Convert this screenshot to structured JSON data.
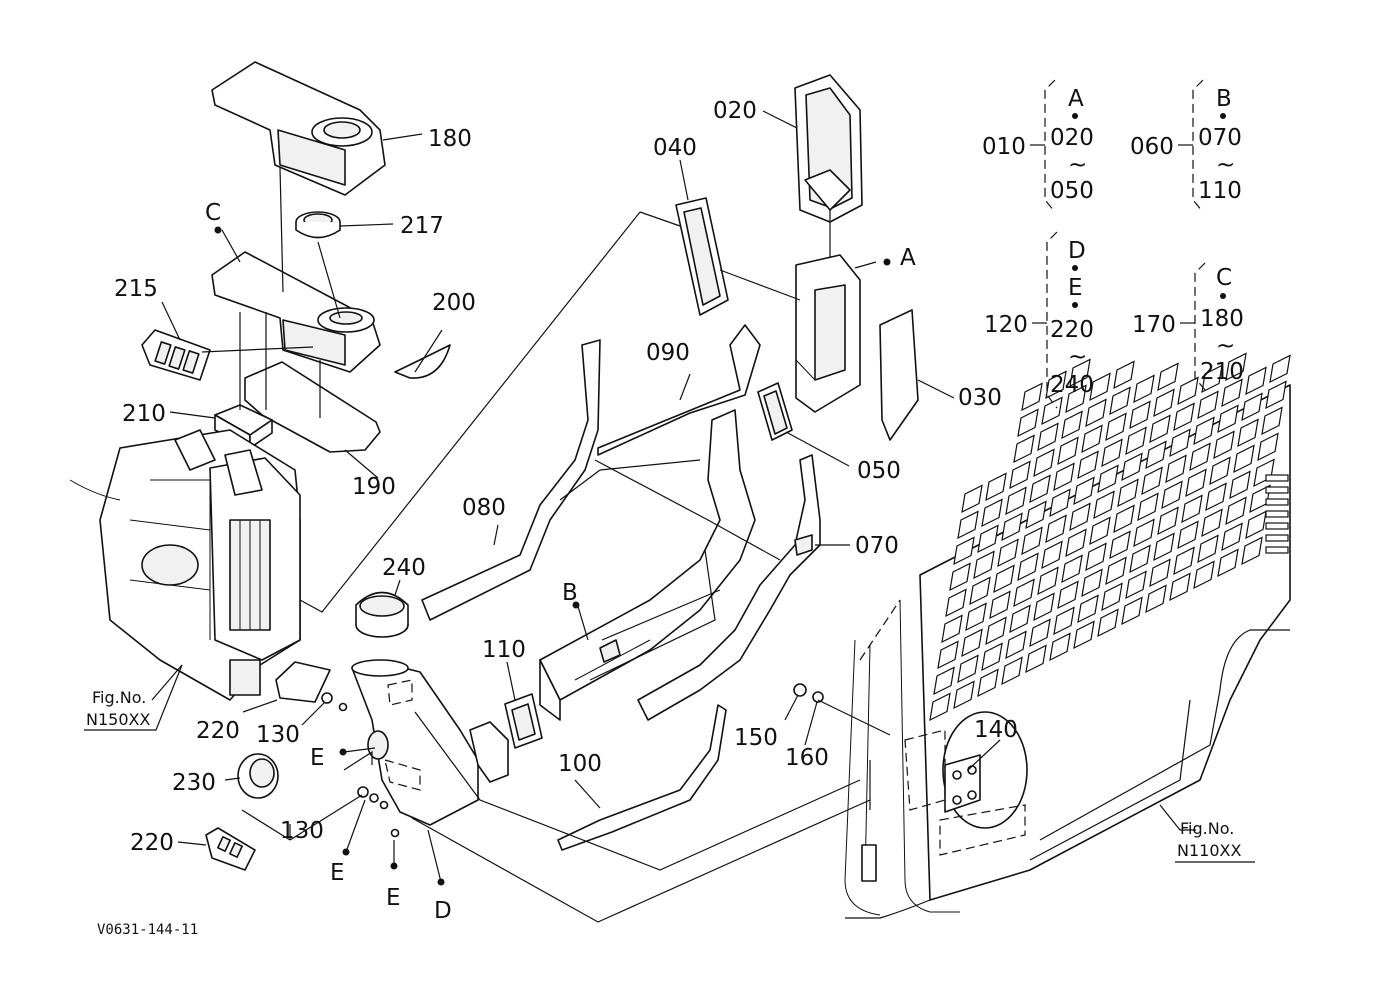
{
  "diagram": {
    "code": "V0631-144-11",
    "callouts": {
      "p020": "020",
      "p040": "040",
      "p180": "180",
      "p217": "217",
      "p200": "200",
      "p215": "215",
      "p210": "210",
      "p190": "190",
      "p090": "090",
      "p080": "080",
      "p050": "050",
      "p030": "030",
      "p070": "070",
      "p240": "240",
      "p110": "110",
      "p100": "100",
      "p220a": "220",
      "p220b": "220",
      "p130a": "130",
      "p130b": "130",
      "p230": "230",
      "p150": "150",
      "p160": "160",
      "p140": "140"
    },
    "ref_letters": {
      "C": "C",
      "A": "A",
      "B": "B",
      "E1": "E",
      "E2": "E",
      "E3": "E",
      "D": "D"
    },
    "fig_refs": [
      {
        "title": "Fig.No.",
        "number": "N150XX"
      },
      {
        "title": "Fig.No.",
        "number": "N110XX"
      }
    ],
    "assemblies": [
      {
        "id": "010",
        "letter": "A",
        "from": "020",
        "sep": "~",
        "to": "050"
      },
      {
        "id": "060",
        "letter": "B",
        "from": "070",
        "sep": "~",
        "to": "110"
      },
      {
        "id": "120",
        "letter": "D",
        "letter2": "E",
        "from": "220",
        "sep": "~",
        "to": "240"
      },
      {
        "id": "170",
        "letter": "C",
        "from": "180",
        "sep": "~",
        "to": "210"
      }
    ]
  }
}
